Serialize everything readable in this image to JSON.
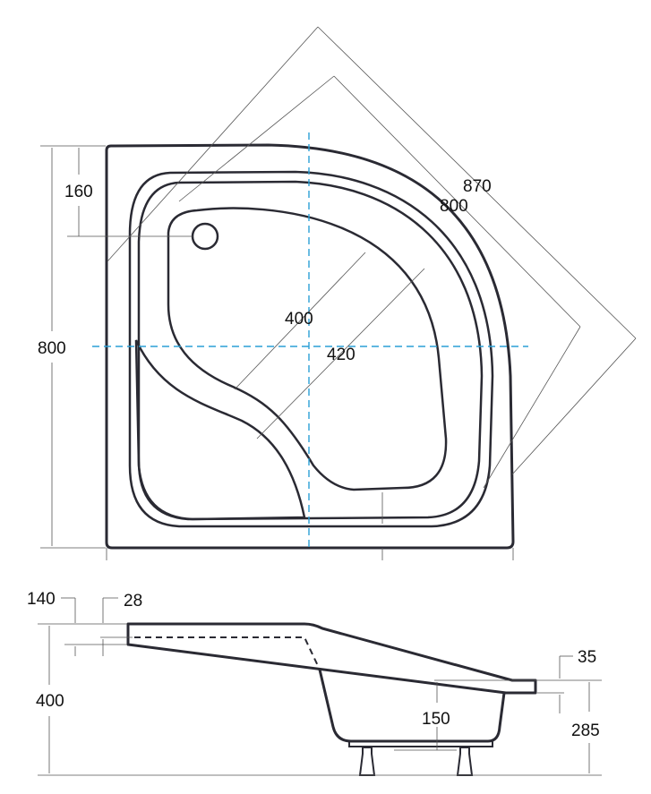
{
  "top_view": {
    "dims": {
      "drain_offset": "160",
      "depth": "800",
      "diagonal_outer": "870",
      "diagonal_inner": "800",
      "basin_radius_a": "400",
      "basin_radius_b": "420"
    }
  },
  "side_view": {
    "dims": {
      "rim_front": "140",
      "rim_thickness": "28",
      "total_height": "400",
      "right_rim": "35",
      "inner_depth": "150",
      "right_height": "285"
    }
  },
  "colors": {
    "outline": "#2a2a33",
    "axis": "#2a9fd6"
  }
}
